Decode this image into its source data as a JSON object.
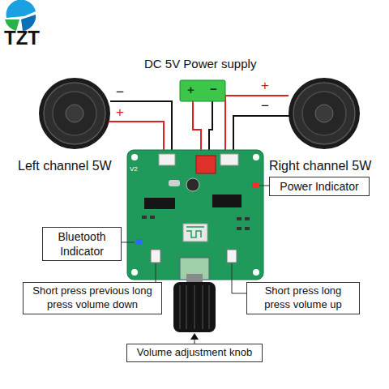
{
  "diagram": {
    "nodes": [
      {
        "text": [
          "Power Indicator"
        ]
      },
      {
        "text": [
          "Bluetooth Indicator"
        ]
      },
      {
        "text": [
          "Short press previous long press volume down"
        ]
      },
      {
        "text": [
          "Short press long press volume up"
        ]
      },
      {
        "text": [
          "Volume adjustment knob"
        ]
      }
    ],
    "labels": [
      "TZT",
      "DC 5V Power supply",
      "+",
      "−",
      "−",
      "+",
      "Left channel 5W",
      "+",
      "−",
      "Right channel 5W",
      "V2"
    ]
  }
}
